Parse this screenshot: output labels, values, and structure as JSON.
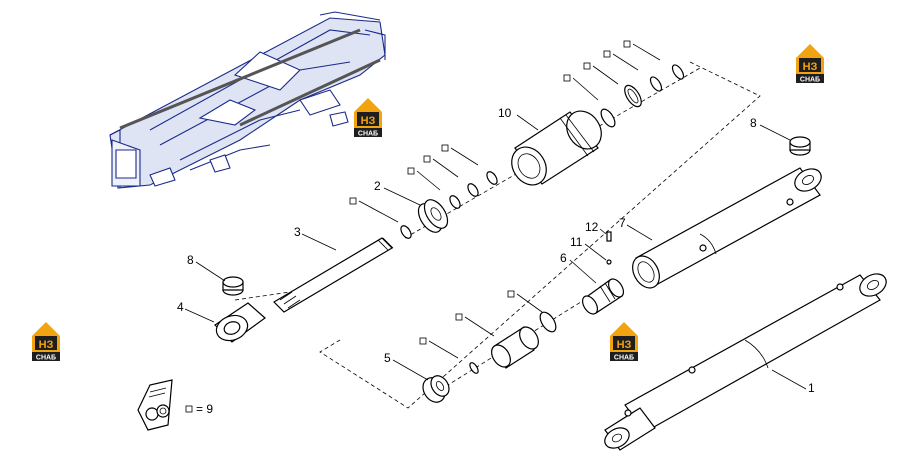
{
  "callouts": {
    "c1": "1",
    "c2": "2",
    "c3": "3",
    "c4": "4",
    "c5": "5",
    "c6": "6",
    "c7": "7",
    "c8a": "8",
    "c8b": "8",
    "c10": "10",
    "c11": "11",
    "c12": "12"
  },
  "legend": {
    "text": "= 9"
  },
  "logo": {
    "mark": "НЗ",
    "caption": "СНАБ"
  },
  "colors": {
    "machine_stroke": "#1a2a8a",
    "machine_fill": "#dfe4f5",
    "logo_orange": "#f2a311",
    "logo_dark": "#1e1e1e"
  }
}
